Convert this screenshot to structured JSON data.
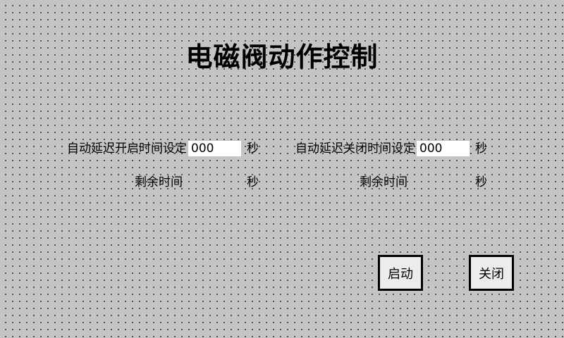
{
  "screen": {
    "title": "电磁阀动作控制",
    "background_color": "#c4c4c4",
    "dot_color": "#2b2b2b"
  },
  "open_group": {
    "setting_label": "自动延迟开启时间设定",
    "setting_value": "000",
    "setting_unit": "秒",
    "remaining_label": "剩余时间",
    "remaining_value": "",
    "remaining_unit": "秒"
  },
  "close_group": {
    "setting_label": "自动延迟关闭时间设定",
    "setting_value": "000",
    "setting_unit": "秒",
    "remaining_label": "剩余时间",
    "remaining_value": "",
    "remaining_unit": "秒"
  },
  "buttons": {
    "start_label": "启动",
    "stop_label": "关闭"
  }
}
